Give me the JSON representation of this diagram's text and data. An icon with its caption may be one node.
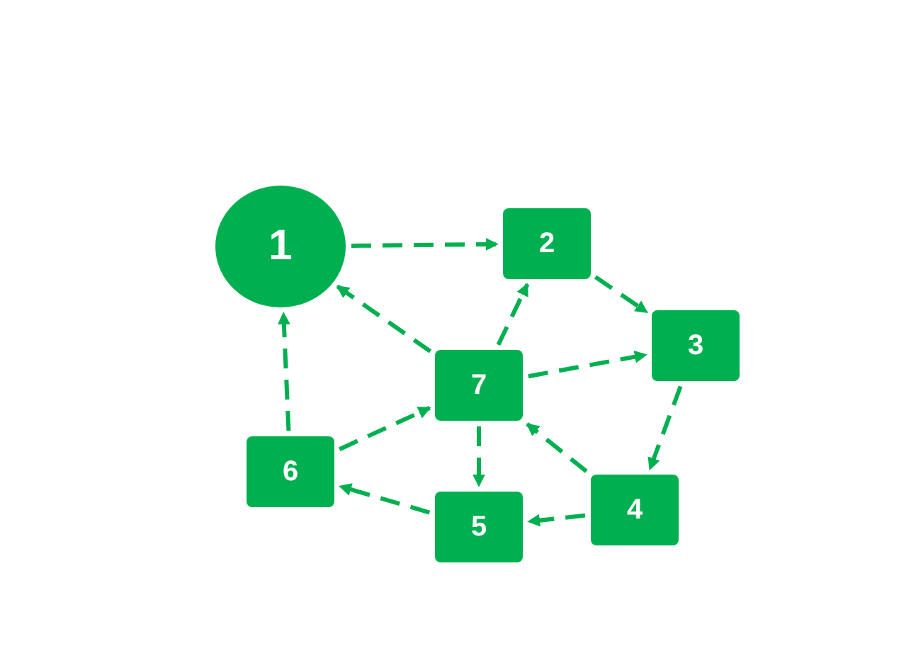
{
  "diagram": {
    "nodes": [
      {
        "text": [
          "1"
        ]
      },
      {
        "text": [
          "2"
        ]
      },
      {
        "text": [
          "3"
        ]
      },
      {
        "text": [
          "4"
        ]
      },
      {
        "text": [
          "5"
        ]
      },
      {
        "text": [
          "6"
        ]
      },
      {
        "text": [
          "7"
        ]
      }
    ],
    "edges": [
      {
        "from": 0,
        "to": 1,
        "arrow": "to",
        "style": "dashed"
      },
      {
        "from": 1,
        "to": 2,
        "arrow": "to",
        "style": "dashed"
      },
      {
        "from": 2,
        "to": 3,
        "arrow": "to",
        "style": "dashed"
      },
      {
        "from": 3,
        "to": 4,
        "arrow": "to",
        "style": "dashed"
      },
      {
        "from": 3,
        "to": 6,
        "arrow": "to",
        "style": "dashed"
      },
      {
        "from": 4,
        "to": 5,
        "arrow": "to",
        "style": "dashed"
      },
      {
        "from": 5,
        "to": 0,
        "arrow": "to",
        "style": "dashed"
      },
      {
        "from": 5,
        "to": 6,
        "arrow": "to",
        "style": "dashed"
      },
      {
        "from": 6,
        "to": 0,
        "arrow": "to",
        "style": "dashed"
      },
      {
        "from": 6,
        "to": 1,
        "arrow": "to",
        "style": "dashed"
      },
      {
        "from": 6,
        "to": 2,
        "arrow": "to",
        "style": "dashed"
      },
      {
        "from": 6,
        "to": 4,
        "arrow": "to",
        "style": "dashed"
      }
    ]
  }
}
